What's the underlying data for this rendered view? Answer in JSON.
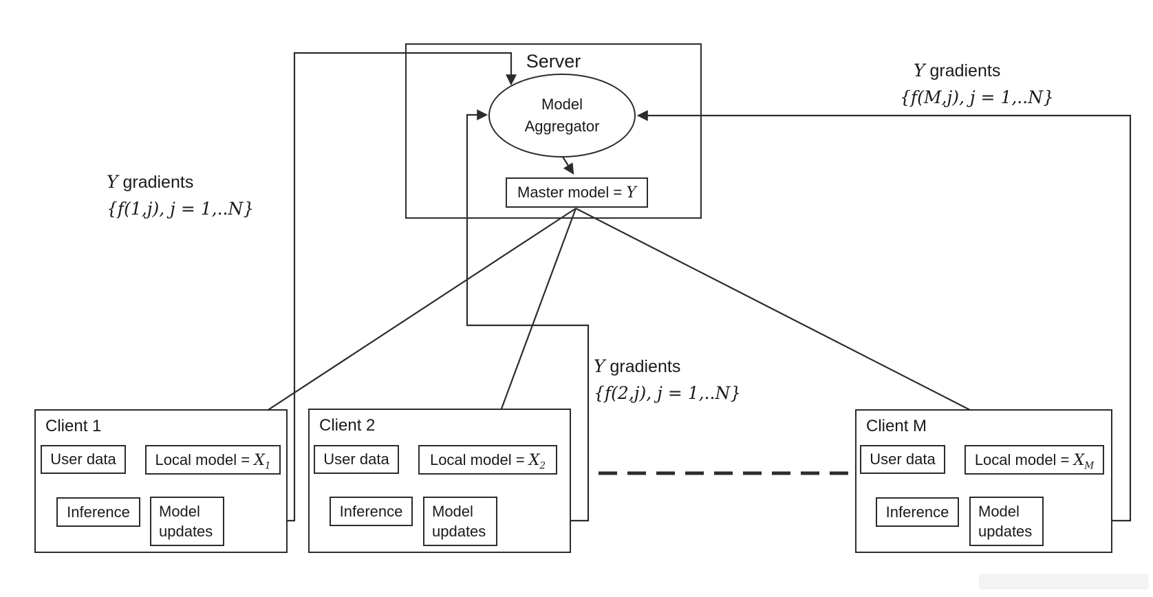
{
  "server": {
    "title": "Server"
  },
  "aggregator": {
    "line1": "Model",
    "line2": "Aggregator"
  },
  "master": {
    "prefix": "Master model =",
    "symbol": "Y"
  },
  "labels": [
    {
      "symbol": "Y",
      "word": "gradients",
      "formula": "{f(1,j), j = 1,..N}"
    },
    {
      "symbol": "Y",
      "word": "gradients",
      "formula": "{f(2,j), j = 1,..N}"
    },
    {
      "symbol": "Y",
      "word": "gradients",
      "formula": "{f(M,j), j = 1,..N}"
    }
  ],
  "clients": [
    {
      "name": "Client 1",
      "user_data": "User data",
      "local_prefix": "Local model =",
      "local_symbol": "X",
      "local_sub": "1",
      "inference": "Inference",
      "updates_line1": "Model",
      "updates_line2": "updates"
    },
    {
      "name": "Client 2",
      "user_data": "User data",
      "local_prefix": "Local model =",
      "local_symbol": "X",
      "local_sub": "2",
      "inference": "Inference",
      "updates_line1": "Model",
      "updates_line2": "updates"
    },
    {
      "name": "Client M",
      "user_data": "User data",
      "local_prefix": "Local model =",
      "local_symbol": "X",
      "local_sub": "M",
      "inference": "Inference",
      "updates_line1": "Model",
      "updates_line2": "updates"
    }
  ],
  "colors": {
    "line": "#2b2b2b",
    "text": "#1a1a1a",
    "background": "#ffffff",
    "artifact_patch": "#f3f3f3"
  }
}
